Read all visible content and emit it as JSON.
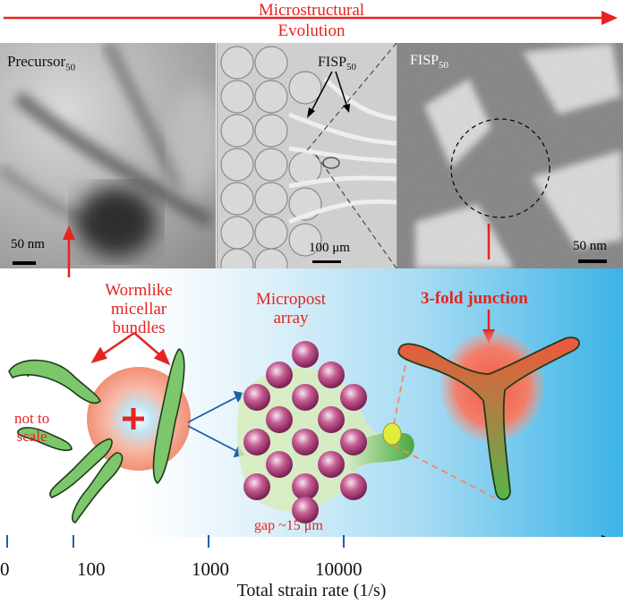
{
  "header": {
    "arrow_label_line1": "Microstructural",
    "arrow_label_line2": "Evolution"
  },
  "panels": {
    "left": {
      "label": "Precursor",
      "label_sub": "50",
      "scale_bar": "50 nm"
    },
    "middle": {
      "label": "FISP",
      "label_sub": "50",
      "scale_bar": "100 μm"
    },
    "right": {
      "label": "FISP",
      "label_sub": "50",
      "scale_bar": "50 nm"
    }
  },
  "schematic": {
    "wormlike_line1": "Wormlike",
    "wormlike_line2": "micellar",
    "wormlike_line3": "bundles",
    "not_to_scale_line1": "not to",
    "not_to_scale_line2": "scale",
    "micropost_line1": "Micropost",
    "micropost_line2": "array",
    "junction_label": "3-fold junction",
    "gap_label": "gap ~15 μm"
  },
  "axis": {
    "ticks": [
      "0",
      "100",
      "1000",
      "10000"
    ],
    "title": "Total strain rate (1/s)"
  },
  "colors": {
    "accent_red": "#e52420",
    "worm_green": "#6cc06a",
    "post_purple": "#b0487f",
    "gradient_blue": "#3bb3e6",
    "arrow_blue": "#1f5fa8"
  }
}
